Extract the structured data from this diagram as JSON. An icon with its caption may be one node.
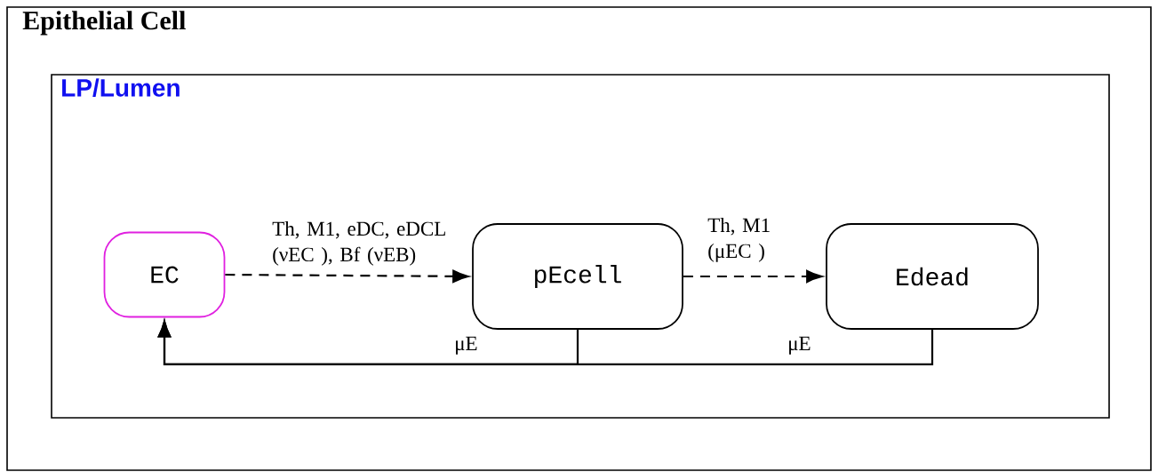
{
  "diagram": {
    "nodes": [
      {
        "text": [
          "Epithelial Cell"
        ]
      },
      {
        "text": [
          "LP/Lumen"
        ],
        "in": 0
      },
      {
        "text": [
          "EC"
        ],
        "in": 1
      },
      {
        "text": [
          "pEcell"
        ],
        "in": 1
      },
      {
        "text": [
          "Edead"
        ],
        "in": 1
      }
    ],
    "edges": [
      {
        "from": 2,
        "to": 3,
        "arrow": "to",
        "style": "dashed",
        "label": "Th, M1, eDC, eDCL (νEC ), Bf (νEB)"
      },
      {
        "from": 3,
        "to": 4,
        "arrow": "to",
        "style": "dashed",
        "label": "Th, M1 (μEC )"
      },
      {
        "from": 3,
        "to": 2,
        "arrow": "to",
        "label": "μE"
      },
      {
        "from": 4,
        "to": 2,
        "arrow": "to",
        "label": "μE"
      }
    ]
  }
}
